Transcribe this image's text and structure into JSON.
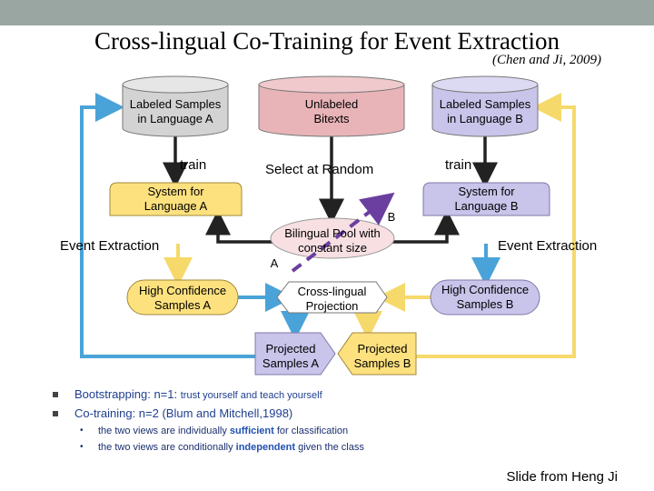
{
  "title": "Cross-lingual Co-Training for Event Extraction",
  "subtitle": "(Chen and Ji, 2009)",
  "nodes": {
    "labeled_a": "Labeled Samples\nin Language A",
    "unlabeled": "Unlabeled\nBitexts",
    "labeled_b": "Labeled Samples\nin Language B",
    "train_a": "train",
    "select_random": "Select at Random",
    "train_b": "train",
    "system_a": "System for\nLanguage A",
    "system_b": "System for\nLanguage B",
    "pool": "Bilingual Pool with\nconstant size",
    "label_b": "B",
    "label_a": "A",
    "event_a": "Event Extraction",
    "event_b": "Event Extraction",
    "hc_a": "High Confidence\nSamples A",
    "projection": "Cross-lingual\nProjection",
    "hc_b": "High Confidence\nSamples B",
    "proj_a": "Projected\nSamples A",
    "proj_b": "Projected\nSamples B"
  },
  "bullets": [
    {
      "main": "Bootstrapping: n=1: ",
      "small": "trust yourself and teach yourself"
    },
    {
      "main": "Co-training: n=2 (Blum and Mitchell,1998)",
      "small": ""
    }
  ],
  "sub_bullets": [
    {
      "before": "the two views are individually ",
      "highlight": "sufficient",
      "after": " for classification"
    },
    {
      "before": "the two views are conditionally ",
      "highlight": "independent",
      "after": " given the class"
    }
  ],
  "credit": "Slide from Heng Ji",
  "colors": {
    "cylinder_a": "#d3d3d3",
    "cylinder_mid": "#e8b4b8",
    "cylinder_b": "#c8c4ea",
    "yellow": "#fde17e",
    "pool": "#f7dfe2",
    "blue_line": "#4aa3d8",
    "yellow_line": "#f6d96b",
    "dash": "#6b3fa0"
  }
}
